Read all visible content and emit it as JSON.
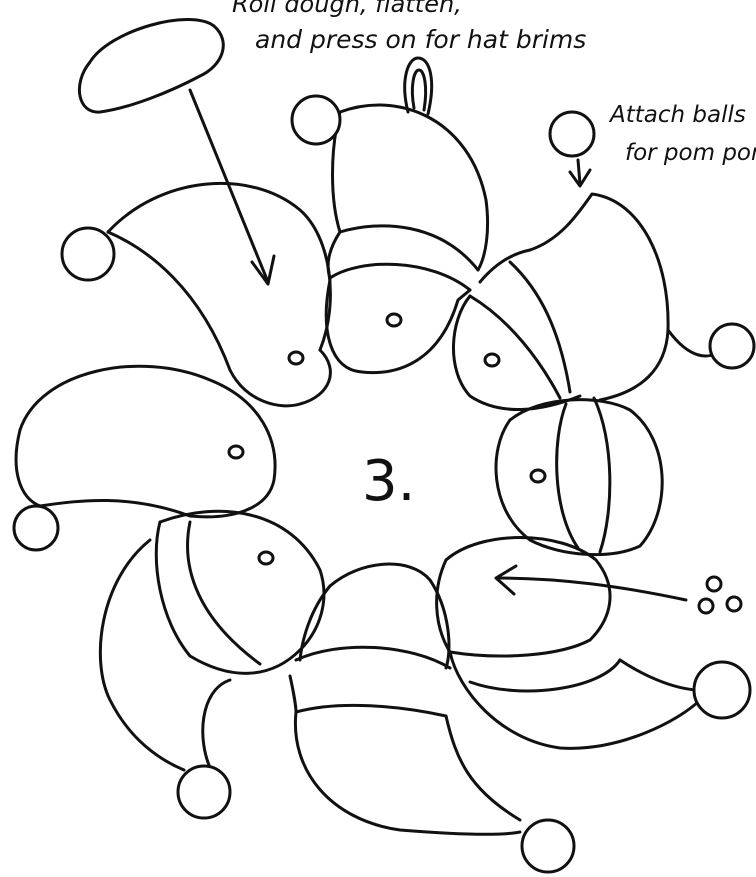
{
  "notes": {
    "top_line1": "Roll dough, flatten,",
    "top_line2": "and press on for hat brims",
    "right_line1": "Attach balls",
    "right_line2": "for pom poms",
    "step_number": "3."
  },
  "colors": {
    "ink": "#111111",
    "paper": "#ffffff"
  },
  "icons": {
    "hanger": "hanging-loop-icon",
    "ball": "pom-pom-ball-icon",
    "eye": "eye-dot-icon",
    "small_balls": "three-small-balls-icon"
  }
}
